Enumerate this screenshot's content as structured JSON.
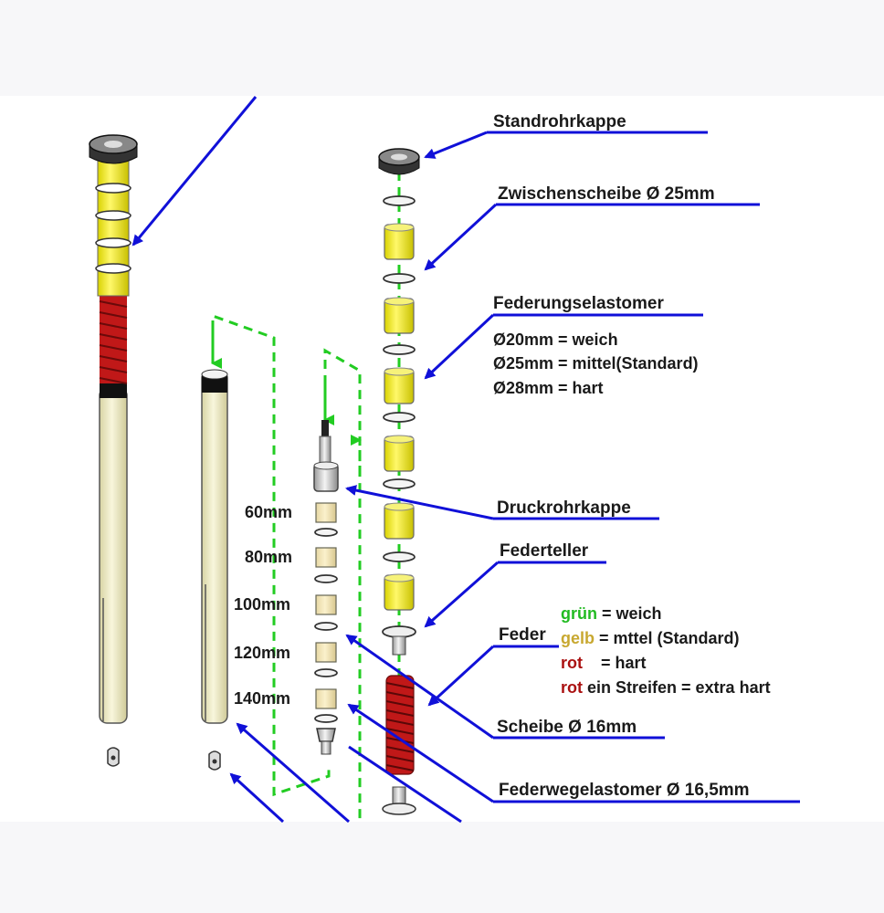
{
  "colors": {
    "arrow": "#1010d8",
    "dashed_guide": "#22cc22",
    "elastomer_yellow": "#f2ec1a",
    "spring_red": "#c01818",
    "tube_cream": "#f2efc6",
    "green_text": "#22bb22",
    "yellow_text": "#c8a830",
    "red_text": "#aa1111"
  },
  "labels": {
    "standrohrkappe": "Standrohrkappe",
    "zwischenscheibe": "Zwischenscheibe Ø 25mm",
    "federungselastomer": "Federungselastomer",
    "elastomer_options": [
      "Ø20mm = weich",
      "Ø25mm = mittel(Standard)",
      "Ø28mm = hart"
    ],
    "druckrohrkappe": "Druckrohrkappe",
    "federteller": "Federteller",
    "feder": "Feder",
    "spring_options": [
      {
        "color_word": "grün",
        "rest": " = weich",
        "color_key": "green_text"
      },
      {
        "color_word": "gelb",
        "rest": " = mttel (Standard)",
        "color_key": "yellow_text"
      },
      {
        "color_word": "rot",
        "rest": "    = hart",
        "color_key": "red_text"
      },
      {
        "color_word": "rot",
        "rest": " ein Streifen = extra hart",
        "color_key": "red_text"
      }
    ],
    "scheibe": "Scheibe Ø 16mm",
    "federwegelastomer": "Federwegelastomer Ø 16,5mm"
  },
  "sizes": [
    "60mm",
    "80mm",
    "100mm",
    "120mm",
    "140mm"
  ]
}
